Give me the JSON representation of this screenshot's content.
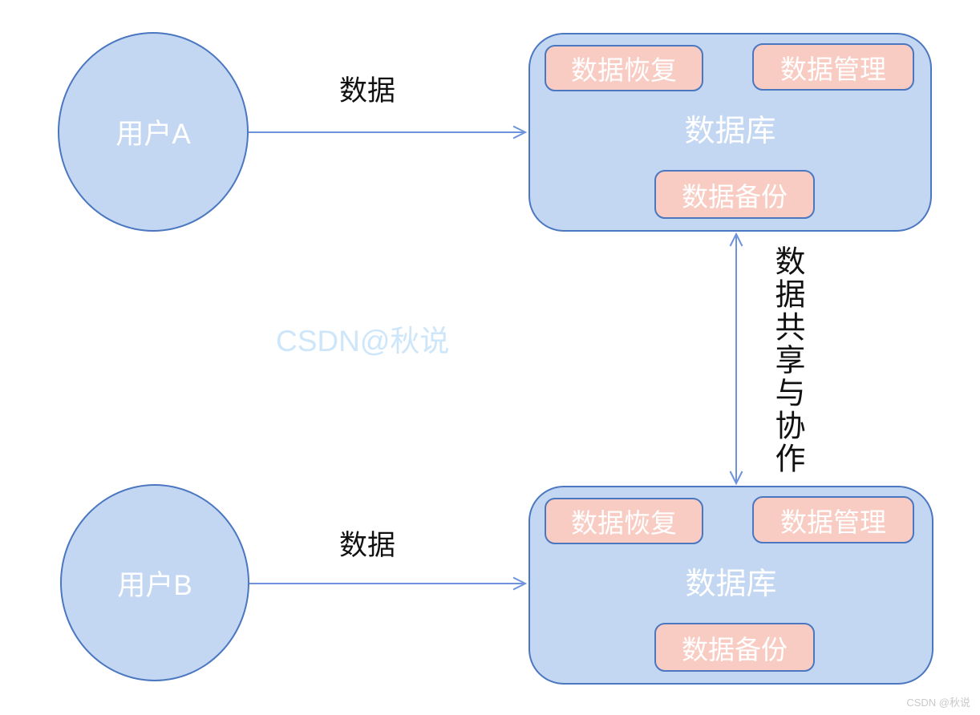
{
  "colors": {
    "node-fill": "#c3d7f3",
    "node-border": "#4a77c0",
    "node-text": "#ffffff",
    "pink-fill": "#f8ccc3",
    "pink-border": "#4a77c0",
    "arrow": "#6e93dc",
    "label-text": "#111111",
    "watermark": "#cde6fa",
    "corner-watermark": "#c9c9c9"
  },
  "diagram": {
    "user_a": {
      "label": "用户A"
    },
    "user_b": {
      "label": "用户B"
    },
    "db_top": {
      "title": "数据库",
      "modules": {
        "recovery": "数据恢复",
        "management": "数据管理",
        "backup": "数据备份"
      }
    },
    "db_bottom": {
      "title": "数据库",
      "modules": {
        "recovery": "数据恢复",
        "management": "数据管理",
        "backup": "数据备份"
      }
    },
    "edge_a": {
      "label": "数据"
    },
    "edge_b": {
      "label": "数据"
    },
    "edge_share": {
      "label": "数据共享与协作"
    },
    "watermark_center": "CSDN@秋说",
    "watermark_corner": "CSDN @秋说"
  }
}
